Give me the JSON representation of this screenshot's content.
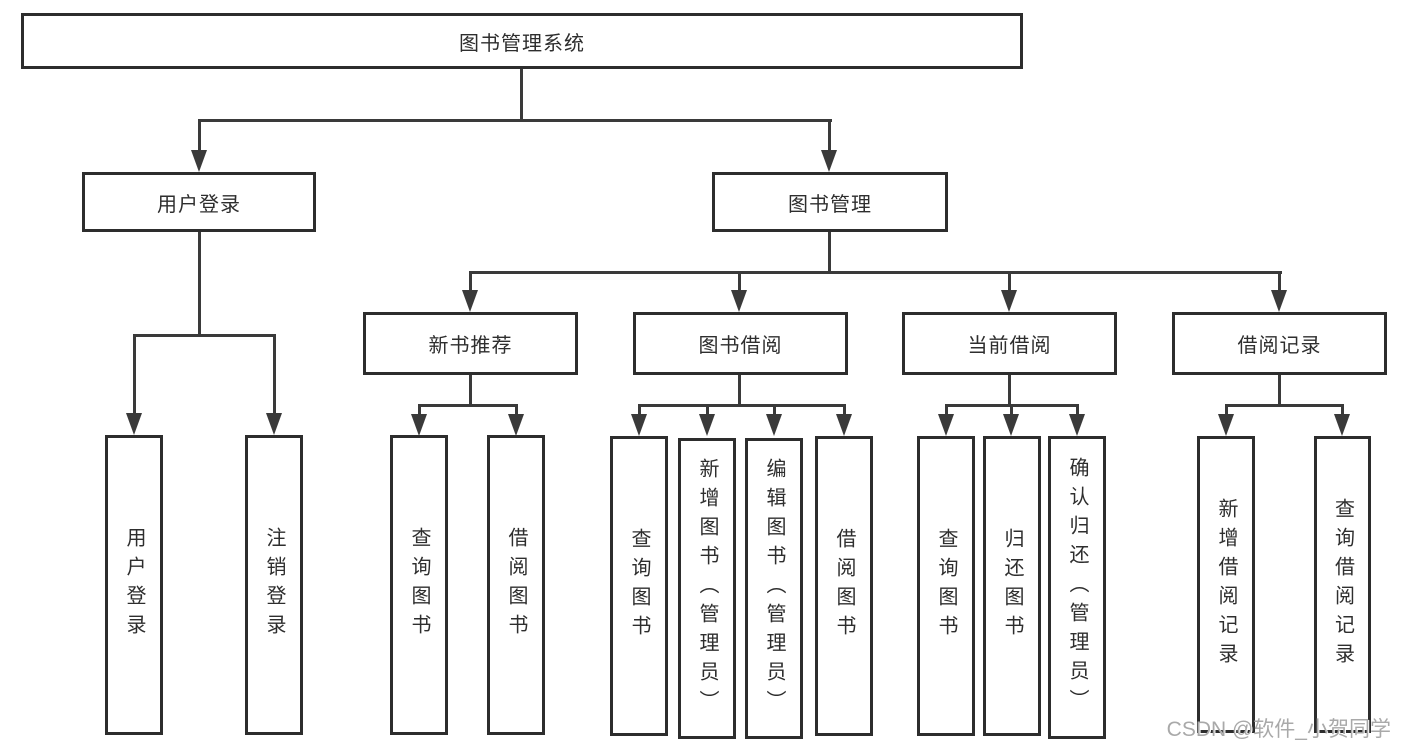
{
  "diagram_title": "图书管理系统",
  "colors": {
    "line": "#3a3a3a",
    "box_border": "#2d2d2d",
    "text": "#2e2e2e",
    "watermark": "#a9a9a9",
    "background": "#ffffff"
  },
  "nodes": {
    "root": {
      "label": "图书管理系统"
    },
    "branches": [
      {
        "label": "用户登录"
      },
      {
        "label": "图书管理"
      }
    ],
    "modules": [
      {
        "label": "新书推荐"
      },
      {
        "label": "图书借阅"
      },
      {
        "label": "当前借阅"
      },
      {
        "label": "借阅记录"
      }
    ],
    "leaves": [
      {
        "label": "用户登录",
        "parent": "用户登录"
      },
      {
        "label": "注销登录",
        "parent": "用户登录"
      },
      {
        "label": "查询图书",
        "parent": "新书推荐"
      },
      {
        "label": "借阅图书",
        "parent": "新书推荐"
      },
      {
        "label": "查询图书",
        "parent": "图书借阅"
      },
      {
        "label": "新增图书（管理员）",
        "parent": "图书借阅"
      },
      {
        "label": "编辑图书（管理员）",
        "parent": "图书借阅"
      },
      {
        "label": "借阅图书",
        "parent": "图书借阅"
      },
      {
        "label": "查询图书",
        "parent": "当前借阅"
      },
      {
        "label": "归还图书",
        "parent": "当前借阅"
      },
      {
        "label": "确认归还（管理员）",
        "parent": "当前借阅"
      },
      {
        "label": "新增借阅记录",
        "parent": "借阅记录"
      },
      {
        "label": "查询借阅记录",
        "parent": "借阅记录"
      }
    ]
  },
  "watermark": {
    "text": "CSDN @软件_小贺同学"
  }
}
